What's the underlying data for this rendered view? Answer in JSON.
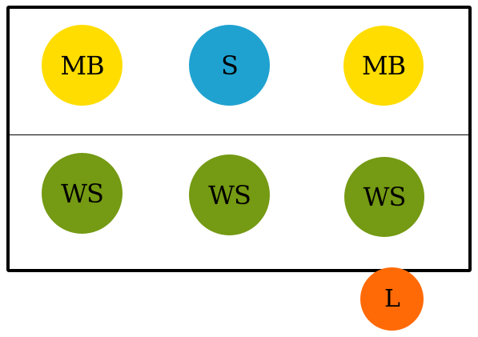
{
  "colors": {
    "middle_blocker": "#FFDD00",
    "setter": "#1FA2D0",
    "wing_spiker": "#759A13",
    "libero": "#FF6A06",
    "court_border": "#000000",
    "text": "#000000"
  },
  "front_row": [
    {
      "label": "MB",
      "role": "middle_blocker"
    },
    {
      "label": "S",
      "role": "setter"
    },
    {
      "label": "MB",
      "role": "middle_blocker"
    }
  ],
  "back_row": [
    {
      "label": "WS",
      "role": "wing_spiker"
    },
    {
      "label": "WS",
      "role": "wing_spiker"
    },
    {
      "label": "WS",
      "role": "wing_spiker"
    }
  ],
  "outside": [
    {
      "label": "L",
      "role": "libero"
    }
  ]
}
